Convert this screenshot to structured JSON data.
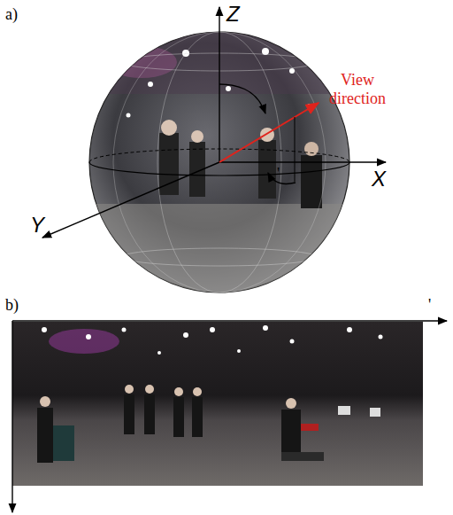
{
  "diagram": {
    "labels": [
      "a)",
      "Z",
      "View direction",
      "'",
      "X",
      "Y",
      "b)",
      "'"
    ]
  }
}
